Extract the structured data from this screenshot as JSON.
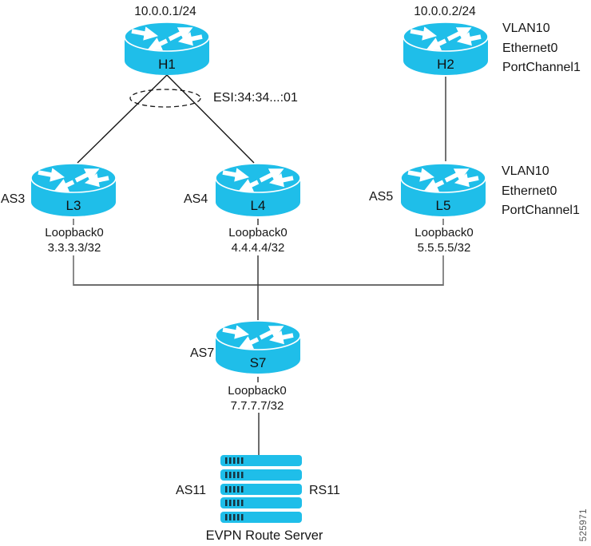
{
  "figure_number": "525971",
  "esi_label": "ESI:34:34...:01",
  "colors": {
    "node_cyan": "#1FBEE9",
    "tick_dark": "#17333f",
    "line_black": "#161616",
    "line_gray": "#6e6e6e",
    "text": "#161616"
  },
  "nodes": {
    "h1": {
      "name": "H1",
      "ip": "10.0.0.1/24"
    },
    "h2": {
      "name": "H2",
      "ip": "10.0.0.2/24",
      "ports": [
        "VLAN10",
        "Ethernet0",
        "PortChannel1"
      ]
    },
    "l3": {
      "name": "L3",
      "as": "AS3",
      "loopback": "Loopback0",
      "addr": "3.3.3.3/32"
    },
    "l4": {
      "name": "L4",
      "as": "AS4",
      "loopback": "Loopback0",
      "addr": "4.4.4.4/32"
    },
    "l5": {
      "name": "L5",
      "as": "AS5",
      "loopback": "Loopback0",
      "addr": "5.5.5.5/32",
      "ports": [
        "VLAN10",
        "Ethernet0",
        "PortChannel1"
      ]
    },
    "s7": {
      "name": "S7",
      "as": "AS7",
      "loopback": "Loopback0",
      "addr": "7.7.7.7/32"
    },
    "route_server": {
      "as": "AS11",
      "name": "RS11",
      "caption": "EVPN Route Server"
    }
  }
}
